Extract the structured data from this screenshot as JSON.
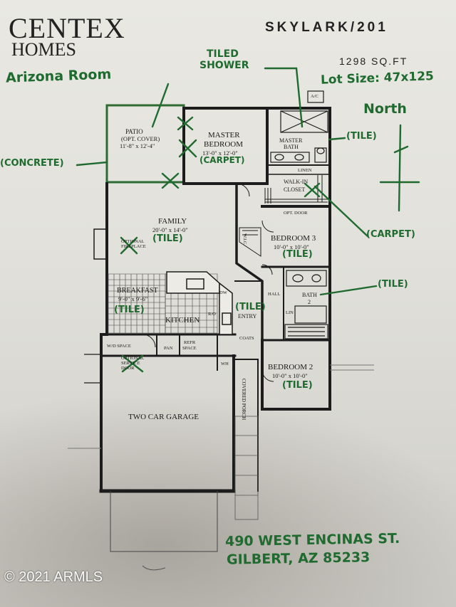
{
  "header": {
    "logo_line1": "CENTEX",
    "logo_line2": "HOMES",
    "model_name": "SKYLARK/201",
    "square_feet": "1298 SQ.FT"
  },
  "rooms": {
    "patio": {
      "name": "PATIO",
      "note": "(OPT. COVER)",
      "dims": "11'-8\" x 12'-4\""
    },
    "master_bedroom": {
      "name": "MASTER",
      "name2": "BEDROOM",
      "dims": "13'-0\" x 12'-0\""
    },
    "master_bath": {
      "name": "MASTER",
      "name2": "BATH"
    },
    "linen": {
      "name": "LINEN"
    },
    "walk_in_closet": {
      "name": "WALK-IN",
      "name2": "CLOSET"
    },
    "family": {
      "name": "FAMILY",
      "dims": "20'-0\" x 14'-0\"",
      "fireplace": "OPTIONAL FIREPLACE"
    },
    "bedroom3": {
      "name": "BEDROOM 3",
      "dims": "10'-0\" x 10'-0\"",
      "door": "OPT. DOOR"
    },
    "breakfast": {
      "name": "BREAKFAST",
      "dims": "9'-0\" x 9'-6\""
    },
    "kitchen": {
      "name": "KITCHEN"
    },
    "hall": {
      "name": "HALL"
    },
    "bath2": {
      "name": "BATH",
      "name2": "2"
    },
    "entry": {
      "name": "ENTRY"
    },
    "bedroom2": {
      "name": "BEDROOM 2",
      "dims": "10'-0\" x 10'-0\""
    },
    "garage": {
      "name": "TWO CAR GARAGE"
    },
    "covered_porch": {
      "name": "COVERED PORCH"
    }
  },
  "small_labels": {
    "wic": "W.I.C.",
    "dw": "DW",
    "ro": "R/O",
    "pan": "PAN",
    "refr": "REFR",
    "refr2": "SPACE",
    "wd": "W/D SPACE",
    "service_door": "OPTIONAL SERVICE DOOR",
    "coats": "COATS",
    "wh": "WH",
    "lin": "LIN",
    "ac": "A/C"
  },
  "annotations": {
    "arizona_room": "Arizona Room",
    "tiled_shower_1": "TILED",
    "tiled_shower_2": "SHOWER",
    "lot_size": "Lot Size: 47x125",
    "north": "North",
    "concrete": "(CONCRETE)",
    "carpet_master": "(CARPET)",
    "tile_master_bath": "(TILE)",
    "carpet_closet": "(CARPET)",
    "tile_family": "(TILE)",
    "tile_bedroom3": "(TILE)",
    "tile_bath2": "(TILE)",
    "tile_breakfast": "(TILE)",
    "tile_entry": "(TILE)",
    "tile_bedroom2": "(TILE)",
    "address_line1": "490 WEST ENCINAS ST.",
    "address_line2": "GILBERT, AZ 85233"
  },
  "watermark": "© 2021 ARMLS",
  "colors": {
    "ink": "#1a1a1a",
    "marker": "#1f6b2f",
    "paper": "#e6e5df"
  }
}
